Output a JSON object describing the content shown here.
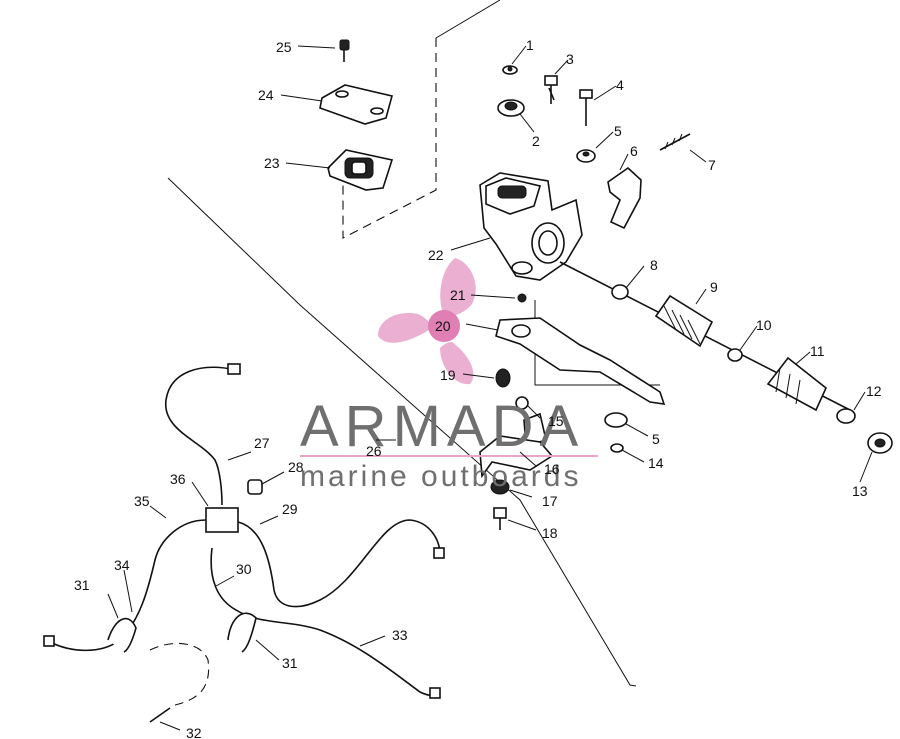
{
  "watermark": {
    "brand": "ARMADA",
    "tagline": "marine outboards",
    "accent_color": "#e8a6cc",
    "circle_label": "20",
    "text_color": "#6f6f6f"
  },
  "callouts": {
    "c1": "1",
    "c2": "2",
    "c3": "3",
    "c4": "4",
    "c5": "5",
    "c5b": "5",
    "c6": "6",
    "c7": "7",
    "c8": "8",
    "c9": "9",
    "c10": "10",
    "c11": "11",
    "c12": "12",
    "c13": "13",
    "c14": "14",
    "c15": "15",
    "c16": "16",
    "c17": "17",
    "c18": "18",
    "c19": "19",
    "c21": "21",
    "c22": "22",
    "c23": "23",
    "c24": "24",
    "c25": "25",
    "c26": "26",
    "c27": "27",
    "c28": "28",
    "c29": "29",
    "c30": "30",
    "c31": "31",
    "c31b": "31",
    "c32": "32",
    "c33": "33",
    "c34": "34",
    "c35": "35",
    "c36": "36"
  }
}
